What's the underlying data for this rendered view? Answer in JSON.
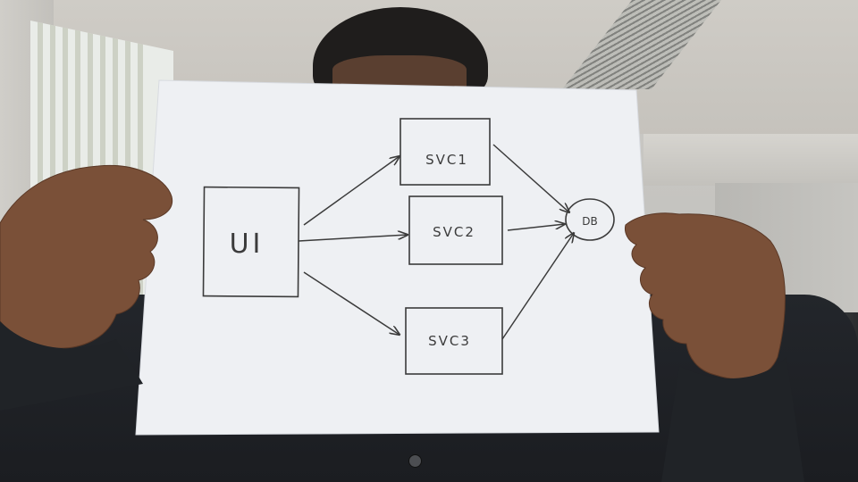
{
  "diagram": {
    "nodes": {
      "ui": {
        "label": "UI"
      },
      "svc1": {
        "label": "SVC1"
      },
      "svc2": {
        "label": "SVC2"
      },
      "svc3": {
        "label": "SVC3"
      },
      "db": {
        "label": "DB"
      }
    },
    "edges": [
      {
        "from": "UI",
        "to": "SVC1"
      },
      {
        "from": "UI",
        "to": "SVC2"
      },
      {
        "from": "UI",
        "to": "SVC3"
      },
      {
        "from": "SVC1",
        "to": "DB"
      },
      {
        "from": "SVC2",
        "to": "DB"
      },
      {
        "from": "SVC3",
        "to": "DB"
      }
    ]
  },
  "colors": {
    "paper": "#eef0f3",
    "ink": "#3b3b3b",
    "skin": "#7a5038",
    "shirt": "#202327"
  }
}
